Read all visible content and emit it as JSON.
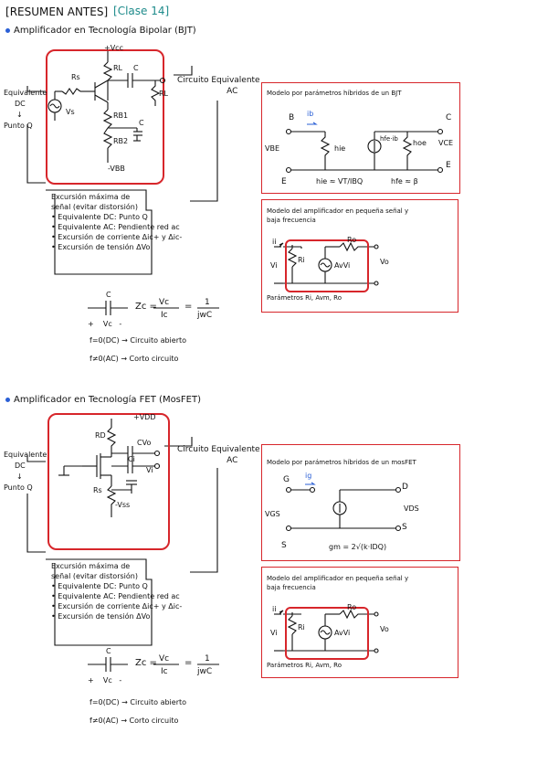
{
  "header": {
    "title": "RESUMEN ANTES",
    "clase": "Clase 14"
  },
  "bjt": {
    "heading": "Amplificador en Tecnología Bipolar (BJT)",
    "vcc": "+Vcc",
    "rs": "Rs",
    "rl_top": "RL",
    "c_top": "C",
    "rl_right": "RL",
    "rb1": "RB1",
    "rb2": "RB2",
    "c_mid": "C",
    "vbb": "-VBB",
    "vs": "Vs",
    "left_label": [
      "Equivalente",
      "DC",
      "↓",
      "Punto Q"
    ],
    "right_label": [
      "Circuito Equivalente",
      "AC"
    ],
    "excursion": {
      "title": [
        "Excursión máxima de",
        "señal (evitar distorsión)"
      ],
      "items": [
        "Equivalente DC: Punto Q",
        "Equivalente AC: Pendiente red ac",
        "Excursión de corriente Δic+ y Δic-",
        "Excursión de tensión ΔVo"
      ]
    },
    "hybrid": {
      "title": "Modelo por parámetros híbridos de un BJT",
      "b": "B",
      "c": "C",
      "e": "E",
      "e2": "E",
      "ib": "ib",
      "vbe": "VBE",
      "hie": "hie",
      "hfeib": "hfe·ib",
      "hoe": "hoe",
      "vce": "VCE",
      "f1": "hie ≈ VT/IBQ",
      "f2": "hfe ≈ β"
    },
    "small": {
      "title": [
        "Modelo del amplificador en pequeña señal y",
        "baja frecuencia"
      ],
      "ii": "ii",
      "vi": "Vi",
      "ri": "Ri",
      "ro": "Ro",
      "avvi": "AvVi",
      "vo": "Vo",
      "params": "Parámetros Ri, Avm, Ro"
    },
    "cap": {
      "c": "C",
      "vc": "Vc",
      "zc": "Zc =",
      "frac_num": "Vc",
      "frac_den": "Ic",
      "eq": "=",
      "one": "1",
      "jwc": "jwC",
      "f0": "f=0(DC) → Circuito abierto",
      "f1": "f≠0(AC) → Corto circuito"
    }
  },
  "fet": {
    "heading": "Amplificador en Tecnología FET (MosFET)",
    "vdd": "+VDD",
    "rd": "RD",
    "cvo": "C",
    "vo": "Vo",
    "ci": "Ci",
    "vi": "Vi",
    "rs": "Rs",
    "vss": "-Vss",
    "left_label": [
      "Equivalente",
      "DC",
      "↓",
      "Punto Q"
    ],
    "right_label": [
      "Circuito Equivalente",
      "AC"
    ],
    "excursion": {
      "title": [
        "Excursión máxima de",
        "señal (evitar distorsión)"
      ],
      "items": [
        "Equivalente DC: Punto Q",
        "Equivalente AC: Pendiente red ac",
        "Excursión de corriente Δic+ y Δic-",
        "Excursión de tensión ΔVo"
      ]
    },
    "hybrid": {
      "title": "Modelo por parámetros híbridos de un mosFET",
      "g": "G",
      "d": "D",
      "s": "S",
      "s2": "S",
      "ig": "ig",
      "vgs": "VGS",
      "vds": "VDS",
      "gm": "gm = 2√(k·IDQ)"
    },
    "small": {
      "title": [
        "Modelo del amplificador en pequeña señal y",
        "baja frecuencia"
      ],
      "ii": "ii",
      "vi": "Vi",
      "ri": "Ri",
      "ro": "Ro",
      "avvi": "AvVi",
      "vo": "Vo",
      "params": "Parámetros Ri, Avm, Ro"
    },
    "cap": {
      "c": "C",
      "vc": "Vc",
      "zc": "Zc =",
      "frac_num": "Vc",
      "frac_den": "Ic",
      "eq": "=",
      "one": "1",
      "jwc": "jwC",
      "f0": "f=0(DC) → Circuito abierto",
      "f1": "f≠0(AC) → Corto circuito"
    }
  },
  "colors": {
    "red": "#d7262b",
    "teal": "#1e8b8b",
    "blue": "#2a5fd6"
  }
}
